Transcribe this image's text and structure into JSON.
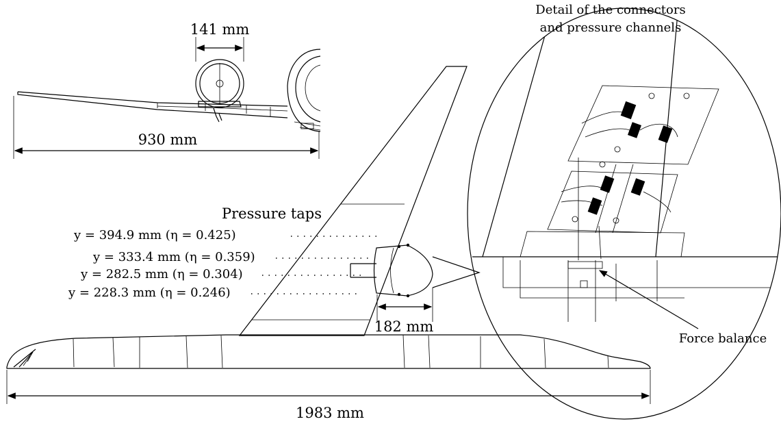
{
  "dimensions": {
    "nacelle_width": "141 mm",
    "wing_span": "930 mm",
    "fuselage_length": "1983 mm",
    "nacelle_length": "182 mm"
  },
  "pressure_taps": {
    "title": "Pressure taps",
    "rows": [
      "y = 394.9 mm (η = 0.425)",
      "y = 333.4 mm (η = 0.359)",
      "y = 282.5 mm (η = 0.304)",
      "y = 228.3 mm (η = 0.246)"
    ]
  },
  "detail": {
    "title_line1": "Detail of the connectors",
    "title_line2": "and pressure channels",
    "force_balance": "Force balance"
  }
}
